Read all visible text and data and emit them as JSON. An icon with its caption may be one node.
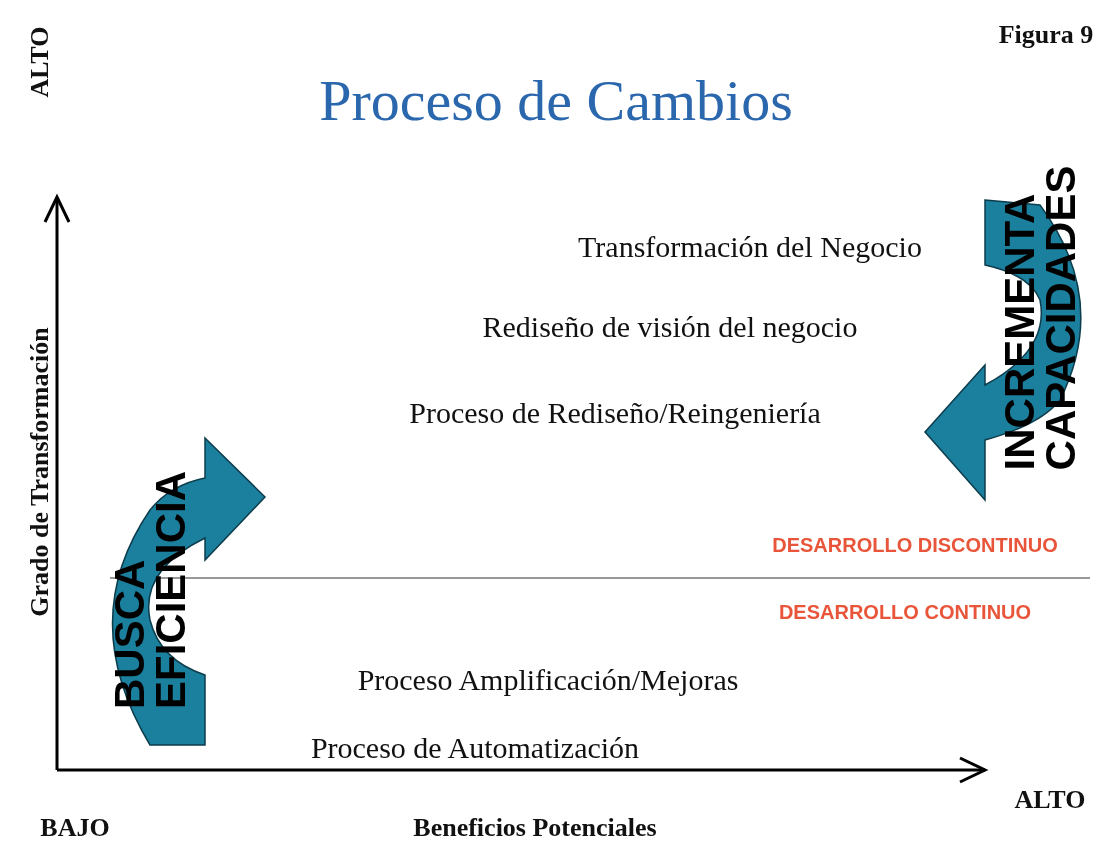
{
  "diagram": {
    "title": "Proceso de Cambios",
    "labels": [
      "Figura 9",
      "ALTO",
      "INCREMENTA CAPACIDADES",
      "Grado de Transformación",
      "Transformación del Negocio",
      "Rediseño de visión del negocio",
      "Proceso de Rediseño/Reingeniería",
      "BUSCA EFICIENCIA",
      "DESARROLLO DISCONTINUO",
      "DESARROLLO CONTINUO",
      "Proceso Amplificación/Mejoras",
      "Proceso de Automatización",
      "ALTO",
      "BAJO",
      "Beneficios Potenciales"
    ]
  }
}
